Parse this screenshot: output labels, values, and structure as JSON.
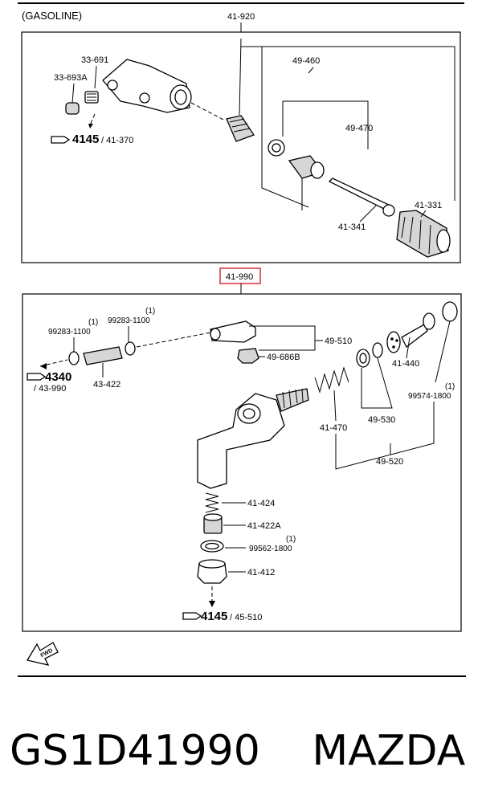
{
  "header": {
    "variant": "(GASOLINE)"
  },
  "upper_assembly": {
    "group": "41-920",
    "parts": {
      "p33691": "33-691",
      "p33693a": "33-693A",
      "ref_main": "4145",
      "ref_sub": "/ 41-370",
      "p49460": "49-460",
      "p49470": "49-470",
      "p41331": "41-331",
      "p41341": "41-341"
    }
  },
  "lower_assembly": {
    "group": "41-990",
    "highlight_color": "#d2232a",
    "parts": {
      "qty_a": "(1)",
      "p99283a": "99283-1100",
      "qty_b": "(1)",
      "p99283b": "99283-1100",
      "ref4340_main": "4340",
      "ref4340_sub": "/ 43-990",
      "p43422": "43-422",
      "p49510": "49-510",
      "p49686b": "49-686B",
      "p41440": "41-440",
      "qty_c": "(1)",
      "p99574": "99574-1800",
      "p41470": "41-470",
      "p49530": "49-530",
      "p49520": "49-520",
      "p41424": "41-424",
      "p41422a": "41-422A",
      "qty_d": "(1)",
      "p99562": "99562-1800",
      "p41412": "41-412",
      "ref4145_main": "4145",
      "ref4145_sub": "/ 45-510"
    }
  },
  "fwd_label": "FWD",
  "footer": {
    "part_number": "GS1D41990",
    "brand": "MAZDA"
  }
}
